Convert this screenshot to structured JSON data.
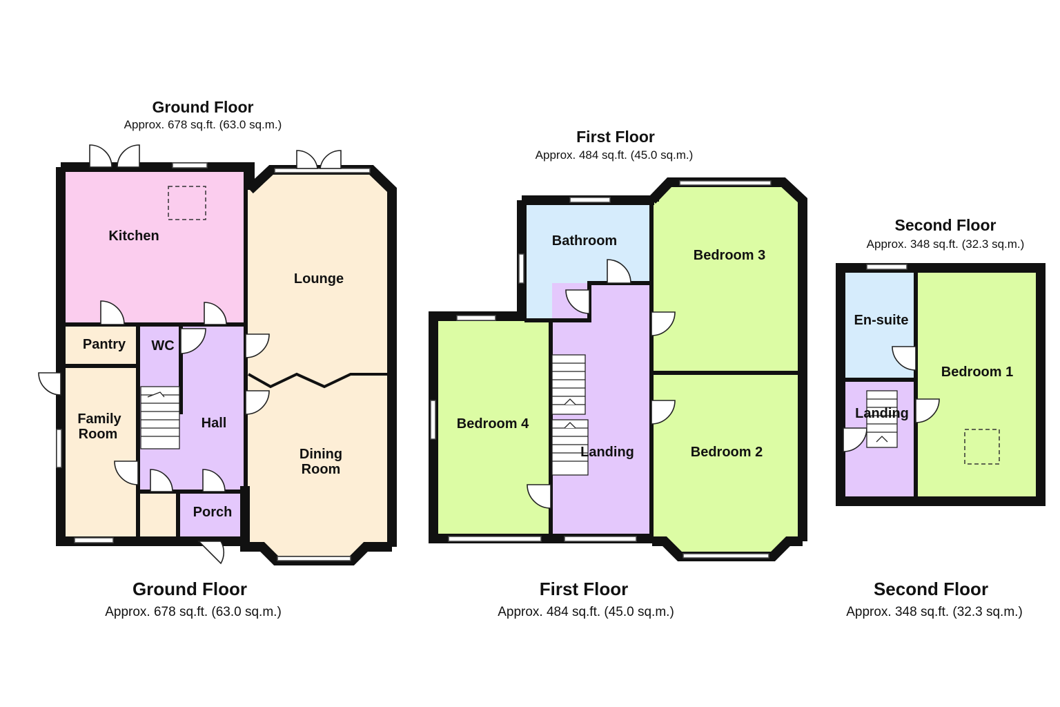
{
  "colors": {
    "kitchen": "#fbcdee",
    "beige": "#fdeed6",
    "purple": "#e4c8fc",
    "blue": "#d6ecfc",
    "green": "#dcfca4",
    "wall": "#111111"
  },
  "ground_floor": {
    "title": "Ground Floor",
    "area": "Approx. 678 sq.ft.  (63.0 sq.m.)",
    "footer_title": "Ground Floor",
    "footer_area": "Approx. 678 sq.ft.  (63.0 sq.m.)",
    "rooms": {
      "kitchen": "Kitchen",
      "lounge": "Lounge",
      "pantry": "Pantry",
      "wc": "WC",
      "family_line1": "Family",
      "family_line2": "Room",
      "hall": "Hall",
      "dining_line1": "Dining",
      "dining_line2": "Room",
      "porch": "Porch"
    }
  },
  "first_floor": {
    "title": "First Floor",
    "area": "Approx. 484 sq.ft.   (45.0 sq.m.)",
    "footer_title": "First Floor",
    "footer_area": "Approx. 484 sq.ft.  (45.0 sq.m.)",
    "rooms": {
      "bathroom": "Bathroom",
      "bedroom3": "Bedroom 3",
      "bedroom4": "Bedroom 4",
      "landing": "Landing",
      "bedroom2": "Bedroom 2"
    }
  },
  "second_floor": {
    "title": "Second Floor",
    "area": "Approx. 348 sq.ft.  (32.3 sq.m.)",
    "footer_title": "Second Floor",
    "footer_area": "Approx. 348 sq.ft.  (32.3 sq.m.)",
    "rooms": {
      "ensuite": "En-suite",
      "bedroom1": "Bedroom 1",
      "landing": "Landing"
    }
  }
}
